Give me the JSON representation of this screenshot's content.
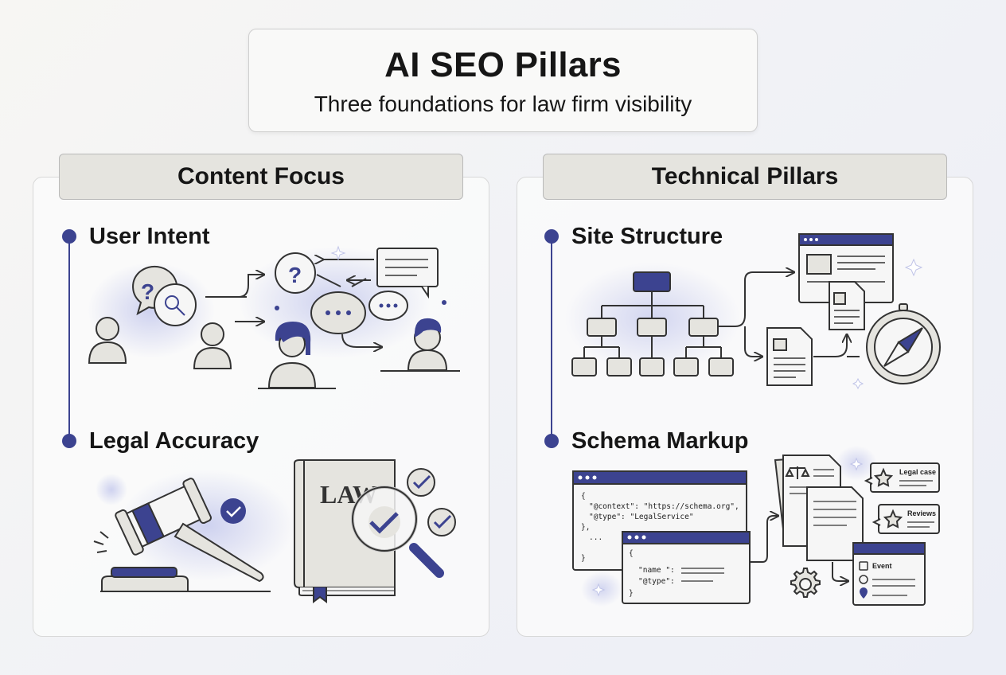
{
  "header": {
    "title": "AI SEO Pillars",
    "subtitle": "Three foundations for law firm visibility"
  },
  "columns": [
    {
      "title": "Content Focus",
      "items": [
        {
          "label": "User Intent"
        },
        {
          "label": "Legal Accuracy",
          "book_text": "LAW"
        }
      ]
    },
    {
      "title": "Technical Pillars",
      "items": [
        {
          "label": "Site Structure"
        },
        {
          "label": "Schema Markup",
          "code1": [
            "{",
            "\"@context\": \"https://schema.org\",",
            "\"@type\": \"LegalService\"",
            "},",
            "...",
            "}"
          ],
          "code2": [
            "{",
            "\"name \":",
            "\"@type\":",
            "}"
          ],
          "cards": [
            "Legal case",
            "Reviews",
            "Event"
          ]
        }
      ]
    }
  ],
  "colors": {
    "accent": "#3c4390",
    "panel_header": "#e5e4df",
    "line": "#333333"
  }
}
